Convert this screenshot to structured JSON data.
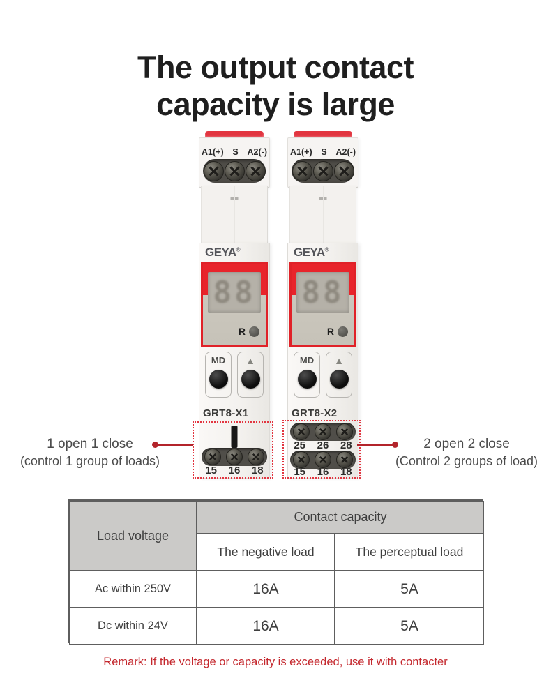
{
  "title": {
    "line1": "The output contact",
    "line2": "capacity is large"
  },
  "devices": [
    {
      "brand": "GEYA",
      "brand_mark": "®",
      "model": "GRT8-X1",
      "top_terminal_labels": [
        "A1(+)",
        "S",
        "A2(-)"
      ],
      "display_digits": "88",
      "reset_led_label": "R",
      "mode_button_label": "MD",
      "up_button_glyph": "▲",
      "bottom_rows": [
        {
          "labels": [
            "15",
            "16",
            "18"
          ]
        }
      ]
    },
    {
      "brand": "GEYA",
      "brand_mark": "®",
      "model": "GRT8-X2",
      "top_terminal_labels": [
        "A1(+)",
        "S",
        "A2(-)"
      ],
      "display_digits": "88",
      "reset_led_label": "R",
      "mode_button_label": "MD",
      "up_button_glyph": "▲",
      "bottom_rows": [
        {
          "labels": [
            "25",
            "26",
            "28"
          ]
        },
        {
          "labels": [
            "15",
            "16",
            "18"
          ]
        }
      ]
    }
  ],
  "annotations": {
    "left": {
      "line1": "1 open 1 close",
      "line2": "(control 1 group of loads)"
    },
    "right": {
      "line1": "2 open 2 close",
      "line2": "(Control 2 groups of load)"
    }
  },
  "spec_table": {
    "row_header": "Load voltage",
    "group_header": "Contact capacity",
    "col_headers": [
      "The negative load",
      "The perceptual load"
    ],
    "rows": [
      {
        "load_voltage": "Ac within 250V",
        "negative_load": "16A",
        "perceptual_load": "5A"
      },
      {
        "load_voltage": "Dc within 24V",
        "negative_load": "16A",
        "perceptual_load": "5A"
      }
    ]
  },
  "remark": "Remark: If the voltage or capacity is exceeded, use it with contacter",
  "colors": {
    "accent_red": "#c4282e",
    "device_red": "#e23540",
    "display_bezel_red": "#e02128",
    "table_header_bg": "#cbcac8",
    "table_border": "#5e5e5e",
    "text_dark": "#1f1f1f",
    "text_gray": "#4a4a4a"
  }
}
